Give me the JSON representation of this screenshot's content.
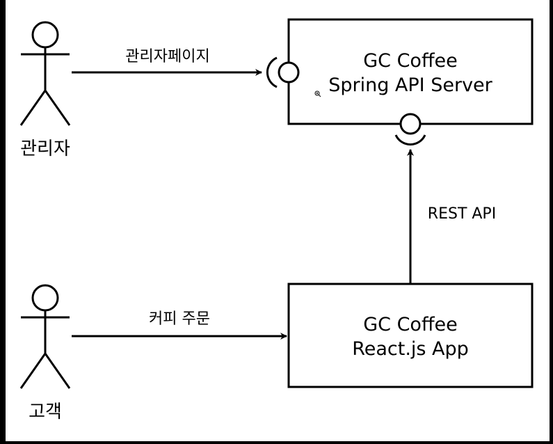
{
  "actors": {
    "admin": {
      "label": "관리자"
    },
    "customer": {
      "label": "고객"
    }
  },
  "components": {
    "server": {
      "line1": "GC Coffee",
      "line2": "Spring API Server"
    },
    "app": {
      "line1": "GC Coffee",
      "line2": "React.js App"
    }
  },
  "connectors": {
    "admin_page": {
      "label": "관리자페이지"
    },
    "coffee_order": {
      "label": "커피 주문"
    },
    "rest_api": {
      "label": "REST API"
    }
  },
  "icons": {
    "cursor": "zoom-in-cursor-icon"
  },
  "colors": {
    "frame": "#000000",
    "canvas": "#ffffff",
    "stroke": "#000000"
  }
}
